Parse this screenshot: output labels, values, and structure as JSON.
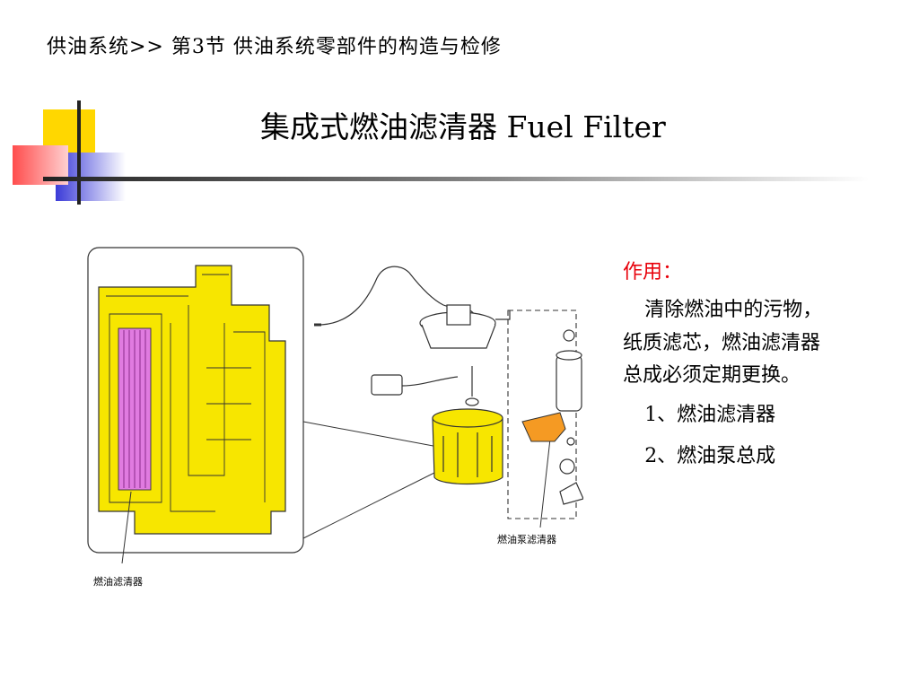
{
  "breadcrumb": "供油系统>> 第3节 供油系统零部件的构造与检修",
  "title": "集成式燃油滤清器 Fuel Filter",
  "figure": {
    "callout_left": "燃油滤清器",
    "callout_right": "燃油泵滤清器"
  },
  "side": {
    "heading": "作用：",
    "description": "清除燃油中的污物，纸质滤芯，燃油滤清器总成必须定期更换。",
    "items": [
      "1、燃油滤清器",
      "2、燃油泵总成"
    ]
  },
  "colors": {
    "heading": "#e8000a",
    "deco_yellow": "#ffd700",
    "deco_red": "#ff6b6b",
    "deco_blue": "#3b3bd8",
    "part_yellow": "#f7e600",
    "filter_pink": "#e07be0",
    "pump_filter_orange": "#f59a23"
  }
}
